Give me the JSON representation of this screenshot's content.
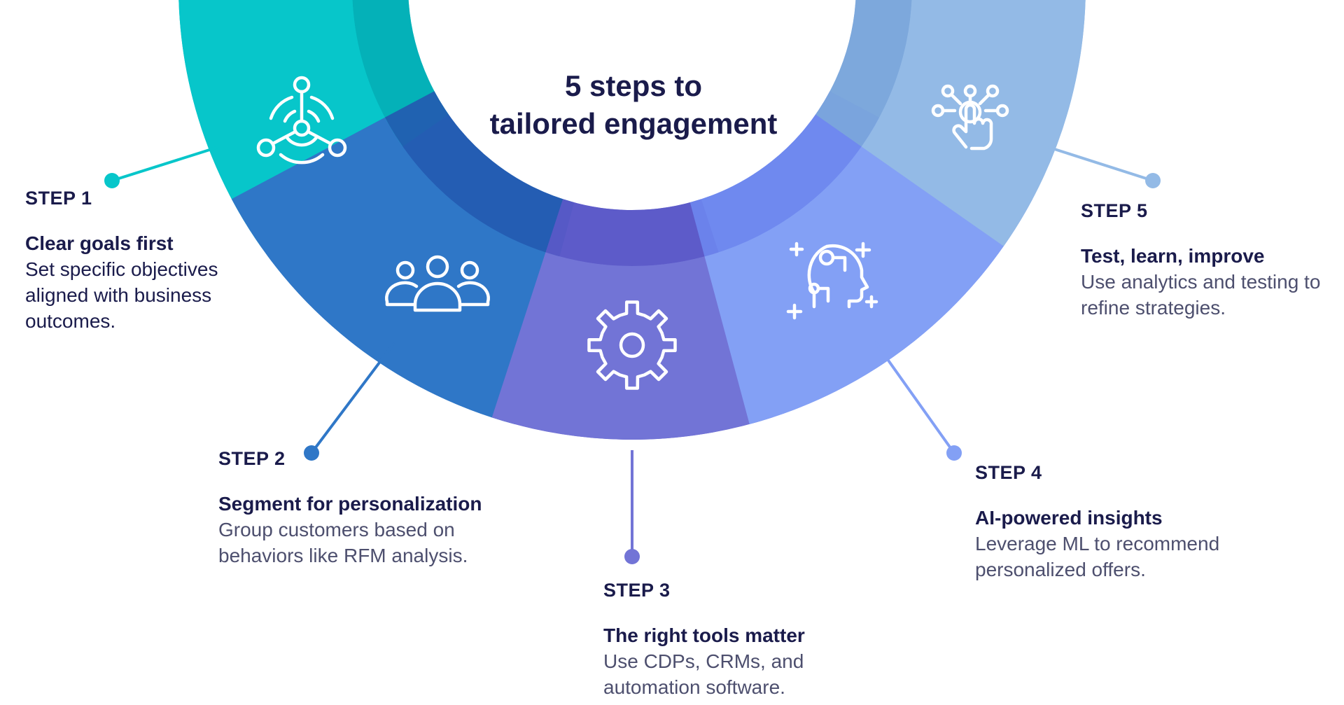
{
  "title_lines": [
    "5 steps to",
    "tailored engagement"
  ],
  "steps": [
    {
      "label": "STEP 1",
      "heading": "Clear goals first",
      "desc": "Set specific objectives aligned with business outcomes.",
      "icon": "network-target-icon",
      "color": "#07c6ca"
    },
    {
      "label": "STEP 2",
      "heading": "Segment for personalization",
      "desc": "Group customers based on behaviors like RFM analysis.",
      "icon": "people-group-icon",
      "color": "#2f77c7"
    },
    {
      "label": "STEP 3",
      "heading": "The right tools matter",
      "desc": "Use CDPs, CRMs, and automation software.",
      "icon": "gear-icon",
      "color": "#7274d6"
    },
    {
      "label": "STEP 4",
      "heading": "AI-powered insights",
      "desc": "Leverage ML to recommend personalized offers.",
      "icon": "ai-head-icon",
      "color": "#83a0f5"
    },
    {
      "label": "STEP 5",
      "heading": "Test, learn, improve",
      "desc": "Use analytics and testing to refine strategies.",
      "icon": "hand-click-network-icon",
      "color": "#93bae6"
    }
  ],
  "overlap_colors": [
    "#04aeb6",
    "#245ab0",
    "#5b59c8",
    "#6d86ee",
    "#7ba6da"
  ]
}
